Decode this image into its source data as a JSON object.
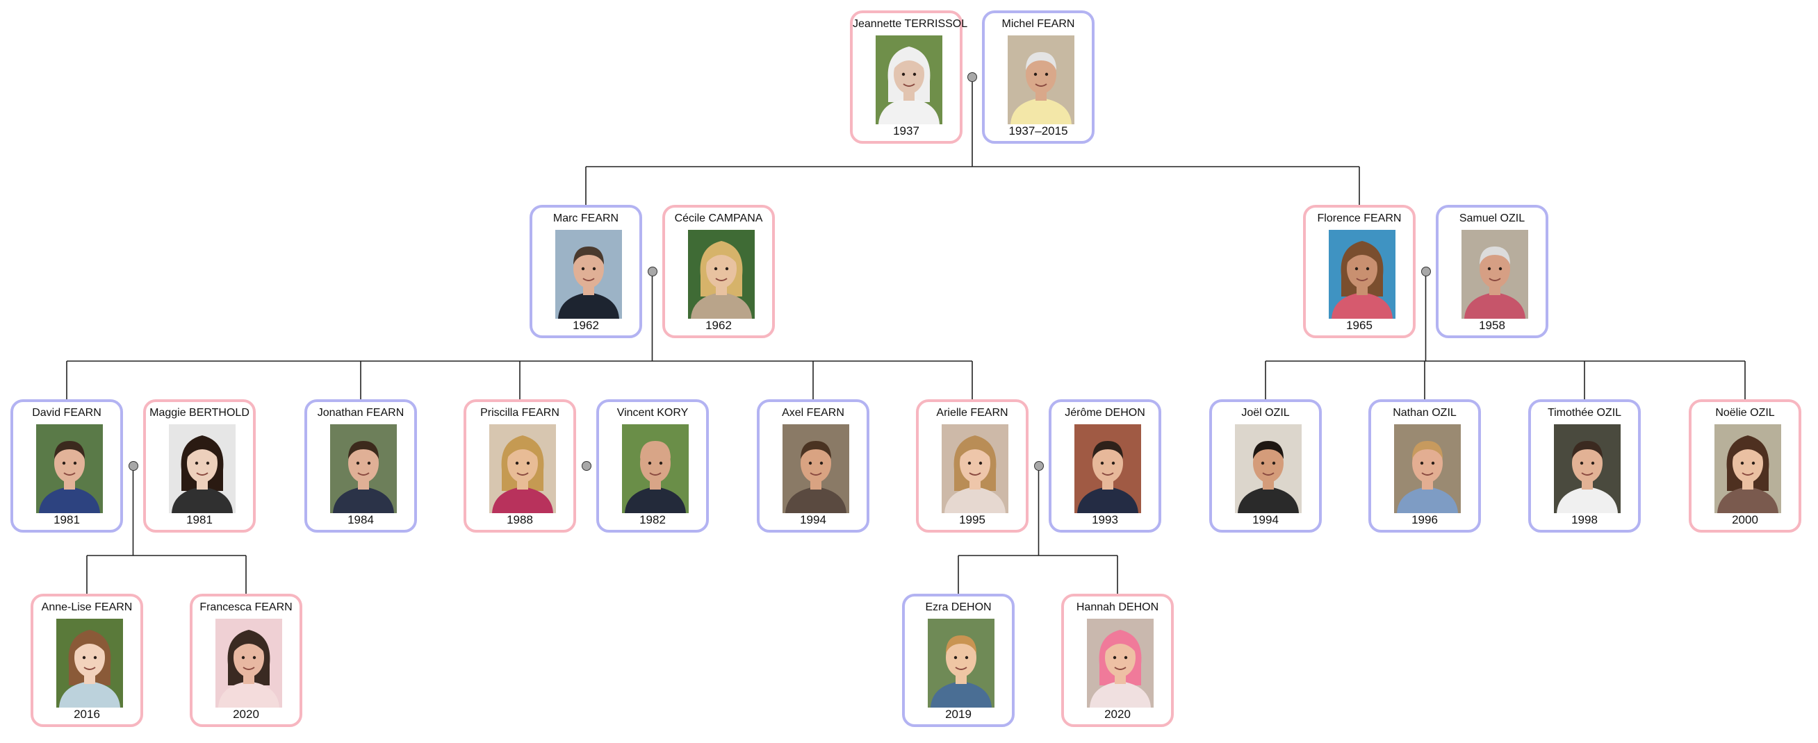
{
  "people": [
    {
      "id": "jeannette",
      "name": "Jeannette TERRISSOL",
      "dates": "1937",
      "sex": "f",
      "skin": "#e2c4b0",
      "hair": "#efefef",
      "bg": "#6f8f4a",
      "shirt": "#f2f2f2"
    },
    {
      "id": "michel",
      "name": "Michel FEARN",
      "dates": "1937–2015",
      "sex": "m",
      "skin": "#d9a88a",
      "hair": "#e4e4e4",
      "bg": "#c7b9a2",
      "shirt": "#f3e7a8"
    },
    {
      "id": "marc",
      "name": "Marc FEARN",
      "dates": "1962",
      "sex": "m",
      "skin": "#e0b096",
      "hair": "#4a3a2e",
      "bg": "#9cb3c6",
      "shirt": "#1d2430"
    },
    {
      "id": "cecile",
      "name": "Cécile CAMPANA",
      "dates": "1962",
      "sex": "f",
      "skin": "#e8c2a0",
      "hair": "#d6b36a",
      "bg": "#3f6b35",
      "shirt": "#b9a48a"
    },
    {
      "id": "florence",
      "name": "Florence FEARN",
      "dates": "1965",
      "sex": "f",
      "skin": "#c99070",
      "hair": "#7a4e2e",
      "bg": "#3f93c2",
      "shirt": "#d65a6e"
    },
    {
      "id": "samuel",
      "name": "Samuel OZIL",
      "dates": "1958",
      "sex": "m",
      "skin": "#d69f84",
      "hair": "#dcdcdc",
      "bg": "#b7ad9d",
      "shirt": "#c6556a"
    },
    {
      "id": "david",
      "name": "David FEARN",
      "dates": "1981",
      "sex": "m",
      "skin": "#e2b399",
      "hair": "#3b2a1e",
      "bg": "#5a7a48",
      "shirt": "#2d4380"
    },
    {
      "id": "maggie",
      "name": "Maggie BERTHOLD",
      "dates": "1981",
      "sex": "f",
      "skin": "#edd0bc",
      "hair": "#2a1a12",
      "bg": "#e6e6e6",
      "shirt": "#303030"
    },
    {
      "id": "jonathan",
      "name": "Jonathan FEARN",
      "dates": "1984",
      "sex": "m",
      "skin": "#e0b096",
      "hair": "#3c2a1c",
      "bg": "#6d7f5a",
      "shirt": "#2b3348"
    },
    {
      "id": "priscilla",
      "name": "Priscilla FEARN",
      "dates": "1988",
      "sex": "f",
      "skin": "#e8bc96",
      "hair": "#c59a52",
      "bg": "#d7c6b0",
      "shirt": "#b8325c"
    },
    {
      "id": "vincent",
      "name": "Vincent KORY",
      "dates": "1982",
      "sex": "m",
      "skin": "#d8a587",
      "hair": "#d8a587",
      "bg": "#6a8e48",
      "shirt": "#232a3a"
    },
    {
      "id": "axel",
      "name": "Axel FEARN",
      "dates": "1994",
      "sex": "m",
      "skin": "#d9a382",
      "hair": "#4a3322",
      "bg": "#8a7a66",
      "shirt": "#5a4a40"
    },
    {
      "id": "arielle",
      "name": "Arielle FEARN",
      "dates": "1995",
      "sex": "f",
      "skin": "#eec6aa",
      "hair": "#b98d56",
      "bg": "#cdb9a8",
      "shirt": "#e6d8d0"
    },
    {
      "id": "jerome",
      "name": "Jérôme DEHON",
      "dates": "1993",
      "sex": "m",
      "skin": "#e7b89a",
      "hair": "#2e211a",
      "bg": "#a05a44",
      "shirt": "#242c44"
    },
    {
      "id": "joel",
      "name": "Joël OZIL",
      "dates": "1994",
      "sex": "m",
      "skin": "#d49c7a",
      "hair": "#1e1712",
      "bg": "#dcd6cc",
      "shirt": "#2a2a2a"
    },
    {
      "id": "nathan",
      "name": "Nathan OZIL",
      "dates": "1996",
      "sex": "m",
      "skin": "#e3ae92",
      "hair": "#c79a5e",
      "bg": "#9a8a72",
      "shirt": "#7e9cc4"
    },
    {
      "id": "timothee",
      "name": "Timothée OZIL",
      "dates": "1998",
      "sex": "m",
      "skin": "#e2b295",
      "hair": "#3b2a20",
      "bg": "#4a4a3e",
      "shirt": "#f0f0f0"
    },
    {
      "id": "noelie",
      "name": "Noëlie OZIL",
      "dates": "2000",
      "sex": "f",
      "skin": "#eac0a2",
      "hair": "#4e3020",
      "bg": "#b7b09a",
      "shirt": "#7a5a4e"
    },
    {
      "id": "anneliese",
      "name": "Anne-Lise FEARN",
      "dates": "2016",
      "sex": "f",
      "skin": "#f2d2bc",
      "hair": "#8a5a38",
      "bg": "#5a7a3a",
      "shirt": "#bcd2dc"
    },
    {
      "id": "francesca",
      "name": "Francesca FEARN",
      "dates": "2020",
      "sex": "f",
      "skin": "#e8b8a2",
      "hair": "#3a2a22",
      "bg": "#efd0d4",
      "shirt": "#f4dcdc"
    },
    {
      "id": "ezra",
      "name": "Ezra DEHON",
      "dates": "2019",
      "sex": "m",
      "skin": "#efc6a4",
      "hair": "#c99452",
      "bg": "#6f8a56",
      "shirt": "#4a6e94"
    },
    {
      "id": "hannah",
      "name": "Hannah DEHON",
      "dates": "2020",
      "sex": "f",
      "skin": "#eec0a4",
      "hair": "#f07a9a",
      "bg": "#c9b8ae",
      "shirt": "#f0e0e0"
    }
  ],
  "unions": [
    {
      "id": "u-jeannette-michel",
      "partners": [
        "jeannette",
        "michel"
      ],
      "children": [
        "marc",
        "florence"
      ]
    },
    {
      "id": "u-marc-cecile",
      "partners": [
        "marc",
        "cecile"
      ],
      "children": [
        "david",
        "jonathan",
        "priscilla",
        "axel",
        "arielle"
      ]
    },
    {
      "id": "u-florence-samuel",
      "partners": [
        "florence",
        "samuel"
      ],
      "children": [
        "joel",
        "nathan",
        "timothee",
        "noelie"
      ]
    },
    {
      "id": "u-david-maggie",
      "partners": [
        "david",
        "maggie"
      ],
      "children": [
        "anneliese",
        "francesca"
      ]
    },
    {
      "id": "u-priscilla-vincent",
      "partners": [
        "priscilla",
        "vincent"
      ],
      "children": []
    },
    {
      "id": "u-arielle-jerome",
      "partners": [
        "arielle",
        "jerome"
      ],
      "children": [
        "ezra",
        "hannah"
      ]
    }
  ],
  "colors": {
    "male_border": "#b3b3f2",
    "female_border": "#f7b6c0",
    "line": "#222222",
    "union_dot": "#a8a8a8"
  }
}
